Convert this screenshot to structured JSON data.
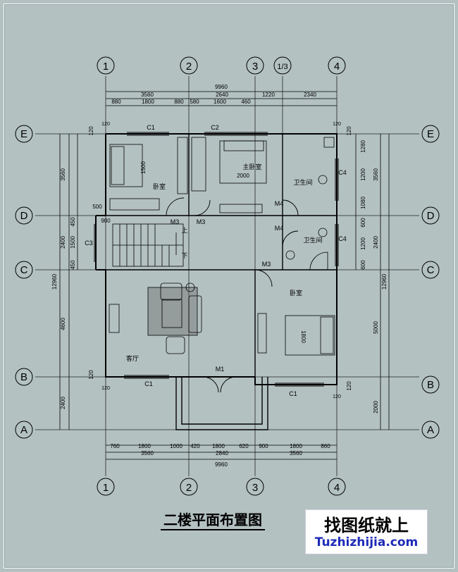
{
  "title": "二楼平面布置图",
  "brand": {
    "name": "找图纸就上",
    "url": "Tuzhizhijia.com"
  },
  "axes": {
    "n1": "1",
    "n2": "2",
    "n3": "3",
    "n13": "1/3",
    "n4": "4",
    "A": "A",
    "B": "B",
    "C": "C",
    "D": "D",
    "E": "E"
  },
  "dims_top": {
    "total": "9960",
    "s1": "3560",
    "s2": "2640",
    "s3": "1220",
    "s4": "2340",
    "t1": "880",
    "t2": "1800",
    "t3": "880",
    "t4": "580",
    "t5": "1600",
    "t6": "460"
  },
  "dims_bottom": {
    "b1": "760",
    "b2": "1800",
    "b3": "1000",
    "b4": "420",
    "b5": "1800",
    "b6": "620",
    "b7": "900",
    "b8": "1800",
    "b9": "860",
    "m1": "3560",
    "m2": "2840",
    "m3": "3560",
    "total": "9960"
  },
  "dims_left": {
    "l1": "3560",
    "l2": "2400",
    "l3": "4600",
    "l4": "2400",
    "total": "12960",
    "s1": "450",
    "s2": "1500",
    "s3": "450",
    "c120a": "120",
    "c120b": "120",
    "c500": "500",
    "c900": "900"
  },
  "dims_right": {
    "r1": "3560",
    "r2": "2400",
    "r3": "5000",
    "r4": "2000",
    "total": "12960",
    "s1": "1280",
    "s2": "1200",
    "s3": "1080",
    "s4": "600",
    "s5": "1200",
    "s6": "600",
    "c120a": "120",
    "c120b": "120"
  },
  "labels": {
    "bed1": "卧室",
    "bed1_len": "1500",
    "master": "主卧室",
    "master_w": "2000",
    "bath1": "卫生间",
    "bath2": "卫生间",
    "bed2": "卧室",
    "bed2_len": "1800",
    "living": "客厅",
    "up": "上",
    "down": "下",
    "c1a": "C1",
    "c2": "C2",
    "c3": "C3",
    "c4a": "C4",
    "c4b": "C4",
    "c1b": "C1",
    "c1c": "C1",
    "m1": "M1",
    "m3a": "M3",
    "m3b": "M3",
    "m3c": "M3",
    "m4a": "M4",
    "m4b": "M4",
    "d120a": "120",
    "d120b": "120",
    "d120c": "120",
    "d120d": "120"
  }
}
